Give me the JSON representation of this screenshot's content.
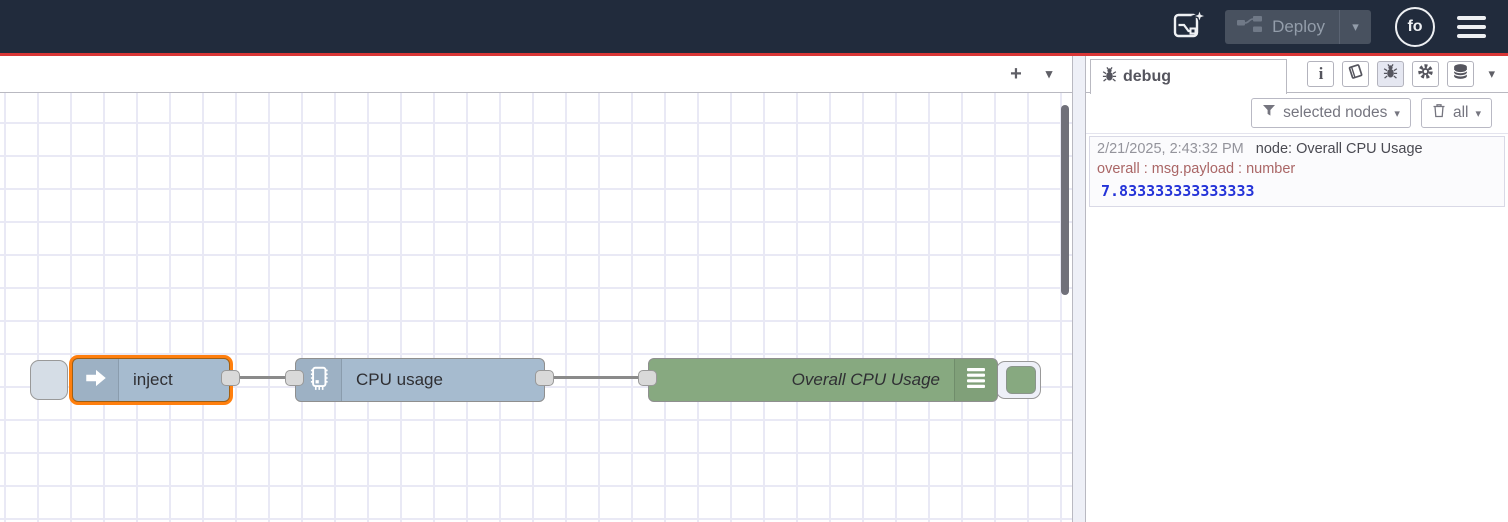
{
  "header": {
    "deploy": {
      "label": "Deploy"
    },
    "avatar": {
      "initials": "fo"
    }
  },
  "icons": {
    "plus": "+",
    "chevron_down": "▾",
    "info": "i"
  },
  "canvas": {
    "nodes": [
      {
        "type": "inject",
        "label": "inject",
        "selected": true
      },
      {
        "type": "cpu",
        "label": "CPU usage"
      },
      {
        "type": "debug",
        "label": "Overall CPU Usage"
      }
    ]
  },
  "sidebar": {
    "tab_label": "debug",
    "filter_label": "selected nodes",
    "clear_label": "all",
    "messages": [
      {
        "timestamp": "2/21/2025, 2:43:32 PM",
        "node": "node: Overall CPU Usage",
        "property": "overall : msg.payload : number",
        "value": "7.833333333333333"
      }
    ]
  },
  "colors": {
    "header_bg": "#212b3c",
    "accent_red": "#d93636",
    "node_blue": "#a6bbcf",
    "node_green": "#87a980",
    "selected_orange": "#ff7f0e",
    "debug_value_blue": "#2433d8",
    "debug_property_red": "#aa6666"
  }
}
